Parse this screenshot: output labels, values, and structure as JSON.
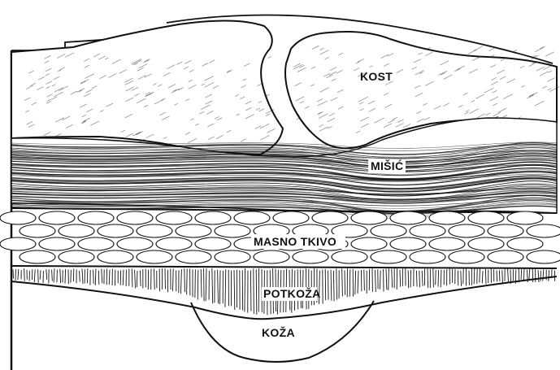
{
  "diagram": {
    "labels": {
      "bone": "KOST",
      "muscle": "MIŠIĆ",
      "fat": "MASNO TKIVO",
      "subcutis": "POTKOŽA",
      "skin": "KOŽA"
    },
    "colors": {
      "ink": "#111111",
      "paper": "#ffffff"
    }
  }
}
